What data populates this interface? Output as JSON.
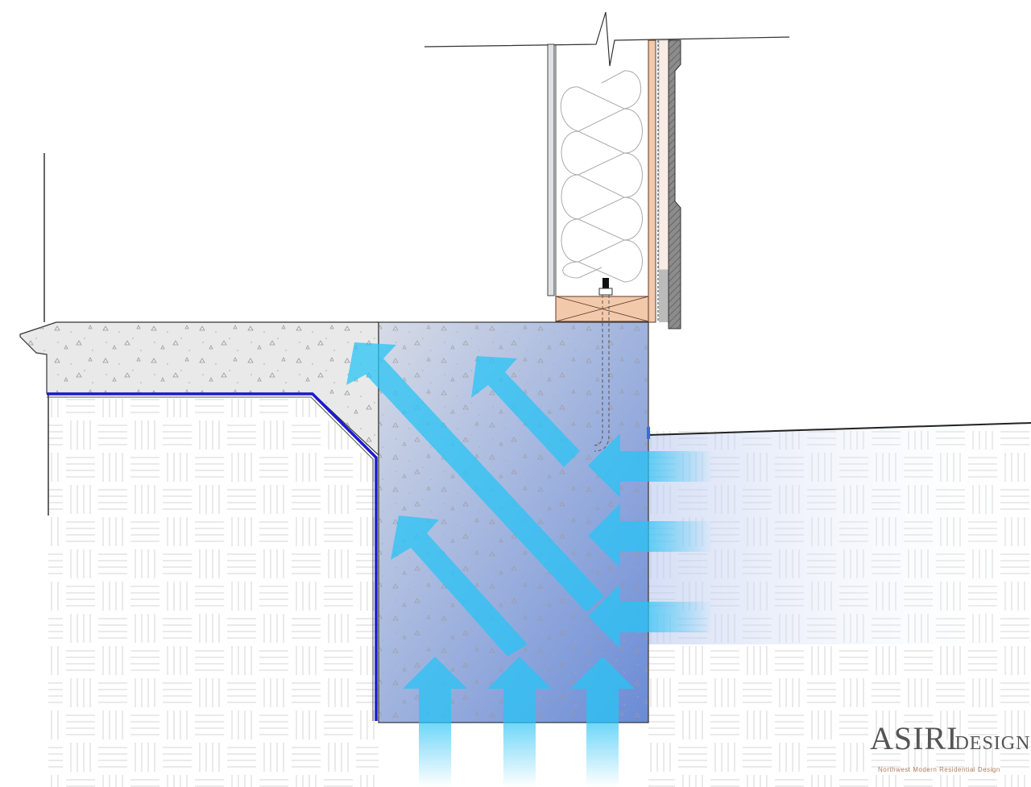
{
  "logo": {
    "name_main": "ASIRI",
    "name_sub": "DESIGNS",
    "tagline": "Northwest Modern Residential Design"
  },
  "colors": {
    "moisture_arrow": "#29c4f6",
    "membrane": "#1a1ad0",
    "footing_light": "#d3d9e6",
    "footing_dark": "#6c8ed6",
    "slab": "#e9e9e9",
    "wood": "#f2c9aa",
    "siding": "#8a8a8a"
  },
  "icons": [
    "moisture-arrow-icon",
    "insulation-batt-icon",
    "anchor-bolt-icon"
  ]
}
